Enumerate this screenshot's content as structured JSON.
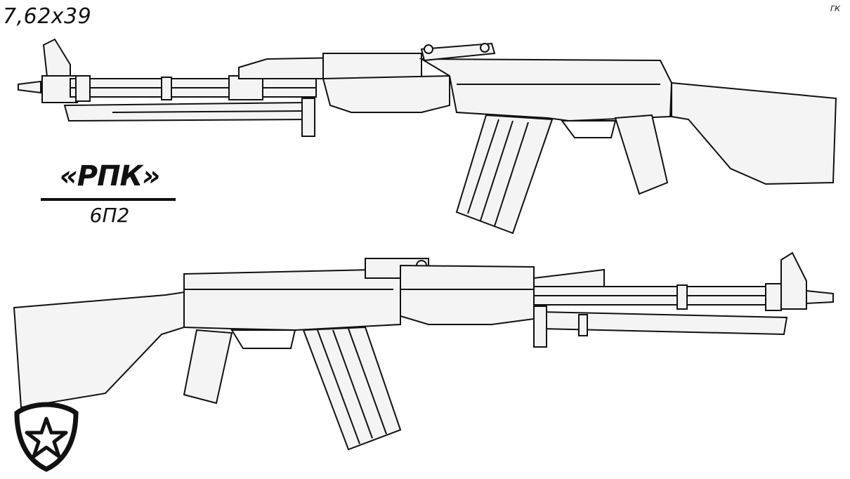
{
  "caliber": "7,62x39",
  "author_mark": "ГК",
  "title": "«РПК»",
  "index": "6П2"
}
